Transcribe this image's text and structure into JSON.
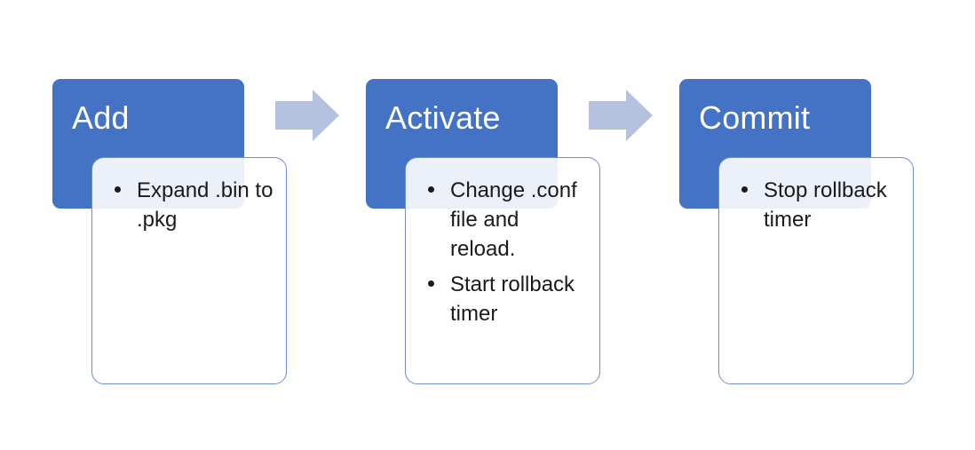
{
  "colors": {
    "header_fill": "#4472C4",
    "header_text": "#FFFFFF",
    "card_border": "#6F8FCA",
    "arrow_fill": "#B4C2E0",
    "body_text": "#1A1A1A"
  },
  "arrow_icon": "right-arrow",
  "steps": [
    {
      "title": "Add",
      "bullets": [
        "Expand .bin to .pkg"
      ]
    },
    {
      "title": "Activate",
      "bullets": [
        "Change .conf file and reload.",
        "Start rollback timer"
      ]
    },
    {
      "title": "Commit",
      "bullets": [
        "Stop rollback timer"
      ]
    }
  ]
}
